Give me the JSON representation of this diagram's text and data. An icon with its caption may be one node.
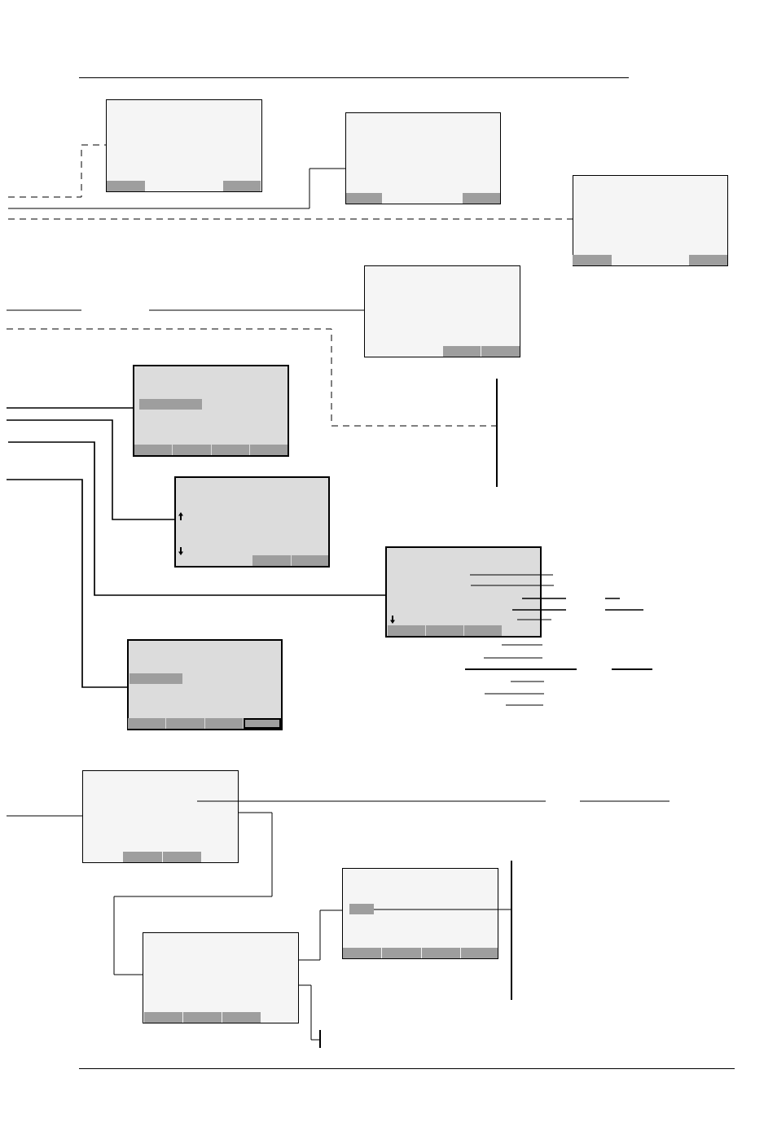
{
  "diagram": {
    "nodes": [
      {
        "text": [],
        "shape": "box"
      },
      {
        "text": [],
        "shape": "box"
      },
      {
        "text": [],
        "shape": "box"
      },
      {
        "text": [],
        "shape": "box"
      },
      {
        "text": [],
        "shape": "box"
      },
      {
        "text": [],
        "shape": "line"
      },
      {
        "text": [],
        "shape": "box"
      },
      {
        "text": [],
        "shape": "box"
      },
      {
        "text": [],
        "shape": "box"
      },
      {
        "text": [],
        "shape": "box"
      },
      {
        "text": [],
        "shape": "line"
      },
      {
        "text": [],
        "shape": "box"
      },
      {
        "text": [],
        "shape": "box",
        "in": 11
      },
      {
        "text": [],
        "shape": "box"
      },
      {
        "text": [],
        "shape": "line"
      }
    ],
    "edges": [
      {
        "from": null,
        "to": 0,
        "arrow": "none",
        "style": "dashed"
      },
      {
        "from": null,
        "to": 1,
        "arrow": "none"
      },
      {
        "from": null,
        "to": 2,
        "arrow": "none",
        "style": "dashed"
      },
      {
        "from": null,
        "to": 3,
        "arrow": "none"
      },
      {
        "from": null,
        "to": 5,
        "arrow": "none",
        "style": "dashed"
      },
      {
        "from": null,
        "to": 4,
        "arrow": "none"
      },
      {
        "from": null,
        "to": 6,
        "arrow": "none"
      },
      {
        "from": null,
        "to": 7,
        "arrow": "none"
      },
      {
        "from": null,
        "to": 8,
        "arrow": "none"
      },
      {
        "from": null,
        "to": 9,
        "arrow": "none"
      },
      {
        "from": 9,
        "to": 13,
        "arrow": "none"
      },
      {
        "from": 13,
        "to": 11,
        "arrow": "none"
      },
      {
        "from": 12,
        "to": 10,
        "arrow": "none"
      },
      {
        "from": 13,
        "to": 14,
        "arrow": "none"
      },
      {
        "from": 7,
        "to": null,
        "arrow": "none"
      },
      {
        "from": 7,
        "to": null,
        "arrow": "none"
      },
      {
        "from": 7,
        "to": null,
        "arrow": "none"
      },
      {
        "from": 7,
        "to": null,
        "arrow": "none"
      },
      {
        "from": 7,
        "to": null,
        "arrow": "none"
      },
      {
        "from": 7,
        "to": null,
        "arrow": "none"
      },
      {
        "from": 9,
        "to": null,
        "arrow": "none"
      }
    ]
  }
}
